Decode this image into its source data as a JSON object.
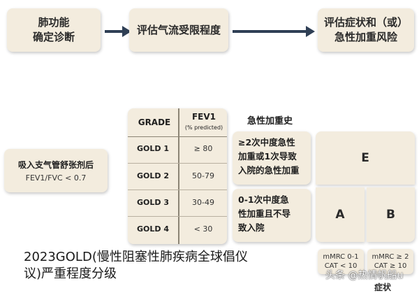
{
  "flow": {
    "step1": "肺功能\n确定诊断",
    "step2": "评估气流受限程度",
    "step3": "评估症状和（或）\n急性加重风险"
  },
  "bronchodilator": {
    "title": "吸入支气管舒张剂后",
    "criterion": "FEV1/FVC < 0.7"
  },
  "grade_table": {
    "col_grade": "GRADE",
    "col_fev": "FEV1",
    "col_fev_sub": "(% predicted)",
    "rows": [
      {
        "grade": "GOLD 1",
        "fev": "≥ 80"
      },
      {
        "grade": "GOLD 2",
        "fev": "50-79"
      },
      {
        "grade": "GOLD 3",
        "fev": "30-49"
      },
      {
        "grade": "GOLD 4",
        "fev": "< 30"
      }
    ]
  },
  "exacerbation": {
    "header": "急性加重史",
    "high": "≥2次中度急性\n加重或1次导致\n入院的急性加重",
    "low": "0-1次中度急\n性加重且不导\n致入院"
  },
  "groups": {
    "E": "E",
    "A": "A",
    "B": "B"
  },
  "symptoms": {
    "low": "mMRC 0-1\nCAT < 10",
    "high": "mMRC ≥ 2\nCAT ≥ 10",
    "label": "症状"
  },
  "caption": "2023GOLD(慢性阻塞性肺疾病全球倡仪议)严重程度分级",
  "watermark": "头条 @热情帆船u"
}
